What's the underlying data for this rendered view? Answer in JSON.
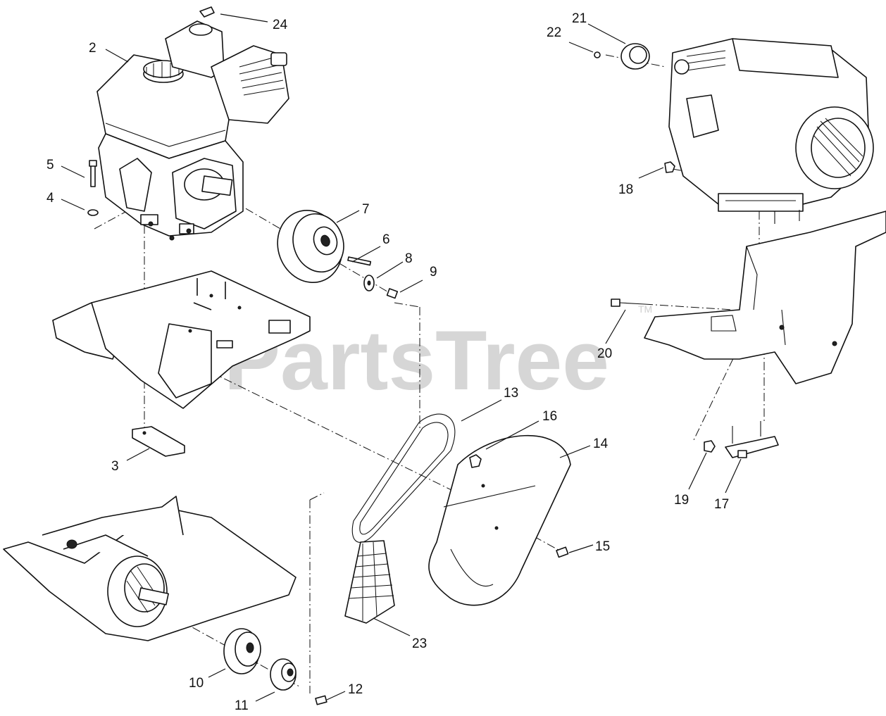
{
  "watermark": {
    "text": "PartsTree",
    "tm": "TM"
  },
  "callouts": {
    "c2": "2",
    "c3": "3",
    "c4": "4",
    "c5": "5",
    "c6": "6",
    "c7": "7",
    "c8": "8",
    "c9": "9",
    "c10": "10",
    "c11": "11",
    "c12": "12",
    "c13": "13",
    "c14": "14",
    "c15": "15",
    "c16": "16",
    "c17": "17",
    "c18": "18",
    "c19": "19",
    "c20": "20",
    "c21": "21",
    "c22": "22",
    "c23": "23",
    "c24": "24"
  }
}
